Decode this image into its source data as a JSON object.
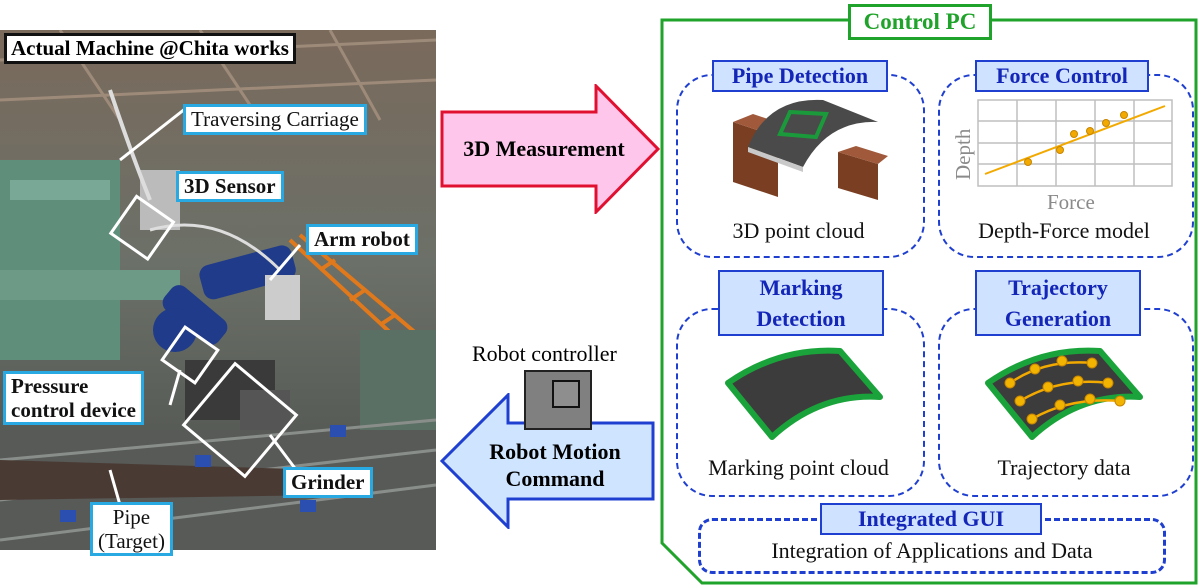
{
  "photo": {
    "title": "Actual Machine @Chita works",
    "labels": {
      "traversing_carriage": "Traversing Carriage",
      "sensor_3d": "3D Sensor",
      "arm_robot": "Arm robot",
      "pressure_line1": "Pressure",
      "pressure_line2": "control device",
      "grinder": "Grinder",
      "pipe_line1": "Pipe",
      "pipe_line2": "(Target)"
    }
  },
  "arrows": {
    "measurement": "3D Measurement",
    "command_line1": "Robot Motion",
    "command_line2": "Command"
  },
  "robot_controller": {
    "label": "Robot controller"
  },
  "control_pc": {
    "title": "Control PC",
    "modules": {
      "pipe_detection": {
        "title": "Pipe Detection",
        "caption": "3D point cloud"
      },
      "force_control": {
        "title": "Force Control",
        "caption": "Depth-Force model",
        "ylabel": "Depth",
        "xlabel": "Force"
      },
      "marking_detection": {
        "title_line1": "Marking",
        "title_line2": "Detection",
        "caption": "Marking  point cloud"
      },
      "trajectory_generation": {
        "title_line1": "Trajectory",
        "title_line2": "Generation",
        "caption": "Trajectory data"
      }
    },
    "gui": {
      "title": "Integrated GUI",
      "caption": "Integration  of Applications and Data"
    }
  },
  "colors": {
    "pc_border": "#1fa32a",
    "module_border": "#1f3fd0",
    "label_border": "#29a9e1",
    "arrow_measure_fill": "#ffc6ec",
    "arrow_measure_stroke": "#e01030",
    "arrow_command_fill": "#cfe5ff",
    "arrow_command_stroke": "#1f3fd0"
  }
}
